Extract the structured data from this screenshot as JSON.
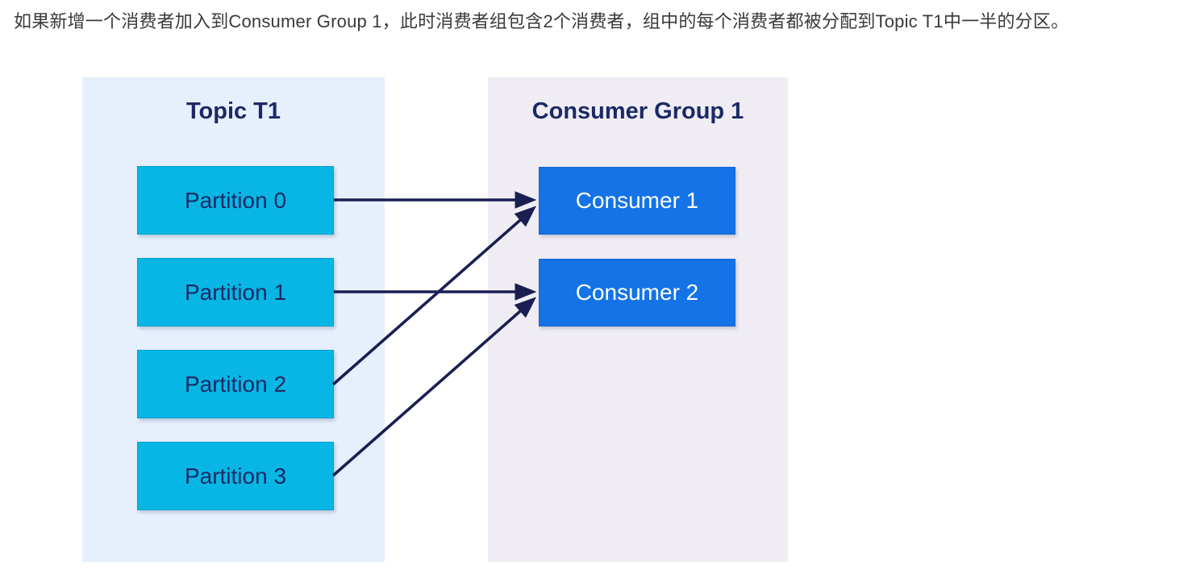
{
  "caption": "如果新增一个消费者加入到Consumer Group 1，此时消费者组包含2个消费者，组中的每个消费者都被分配到Topic T1中一半的分区。",
  "diagram": {
    "topic": {
      "title": "Topic T1",
      "partitions": [
        "Partition 0",
        "Partition 1",
        "Partition 2",
        "Partition 3"
      ]
    },
    "consumer_group": {
      "title": "Consumer Group 1",
      "consumers": [
        "Consumer 1",
        "Consumer 2"
      ]
    },
    "edges": [
      {
        "from": "Partition 0",
        "to": "Consumer 1"
      },
      {
        "from": "Partition 1",
        "to": "Consumer 2"
      },
      {
        "from": "Partition 2",
        "to": "Consumer 1"
      },
      {
        "from": "Partition 3",
        "to": "Consumer 2"
      }
    ],
    "colors": {
      "caption_text": "#3a3a3a",
      "topic_panel_bg": "#e6effc",
      "group_panel_bg": "#efedf3",
      "partition_fill": "#07b6e4",
      "partition_text": "#1c2966",
      "consumer_fill": "#1473e6",
      "consumer_text": "#ffffff",
      "heading_text": "#1c2966",
      "arrow_color": "#1a1e52"
    }
  }
}
